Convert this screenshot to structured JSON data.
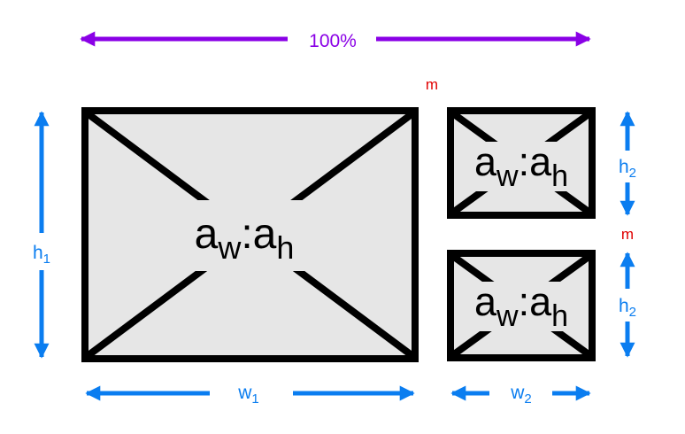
{
  "colors": {
    "total_width": "#8A00E6",
    "dimension": "#0A7DF0",
    "margin": "#E00000",
    "box_fill": "#E6E6E6",
    "box_stroke": "#000000"
  },
  "labels": {
    "total_width": "100%",
    "margin": "m",
    "h1": {
      "base": "h",
      "sub": "1"
    },
    "h2": {
      "base": "h",
      "sub": "2"
    },
    "w1": {
      "base": "w",
      "sub": "1"
    },
    "w2": {
      "base": "w",
      "sub": "2"
    }
  },
  "boxes": {
    "large": {
      "a": "a",
      "w": "w",
      "sep": ":",
      "h": "h"
    },
    "small_top": {
      "a": "a",
      "w": "w",
      "sep": ":",
      "h": "h"
    },
    "small_bottom": {
      "a": "a",
      "w": "w",
      "sep": ":",
      "h": "h"
    }
  }
}
